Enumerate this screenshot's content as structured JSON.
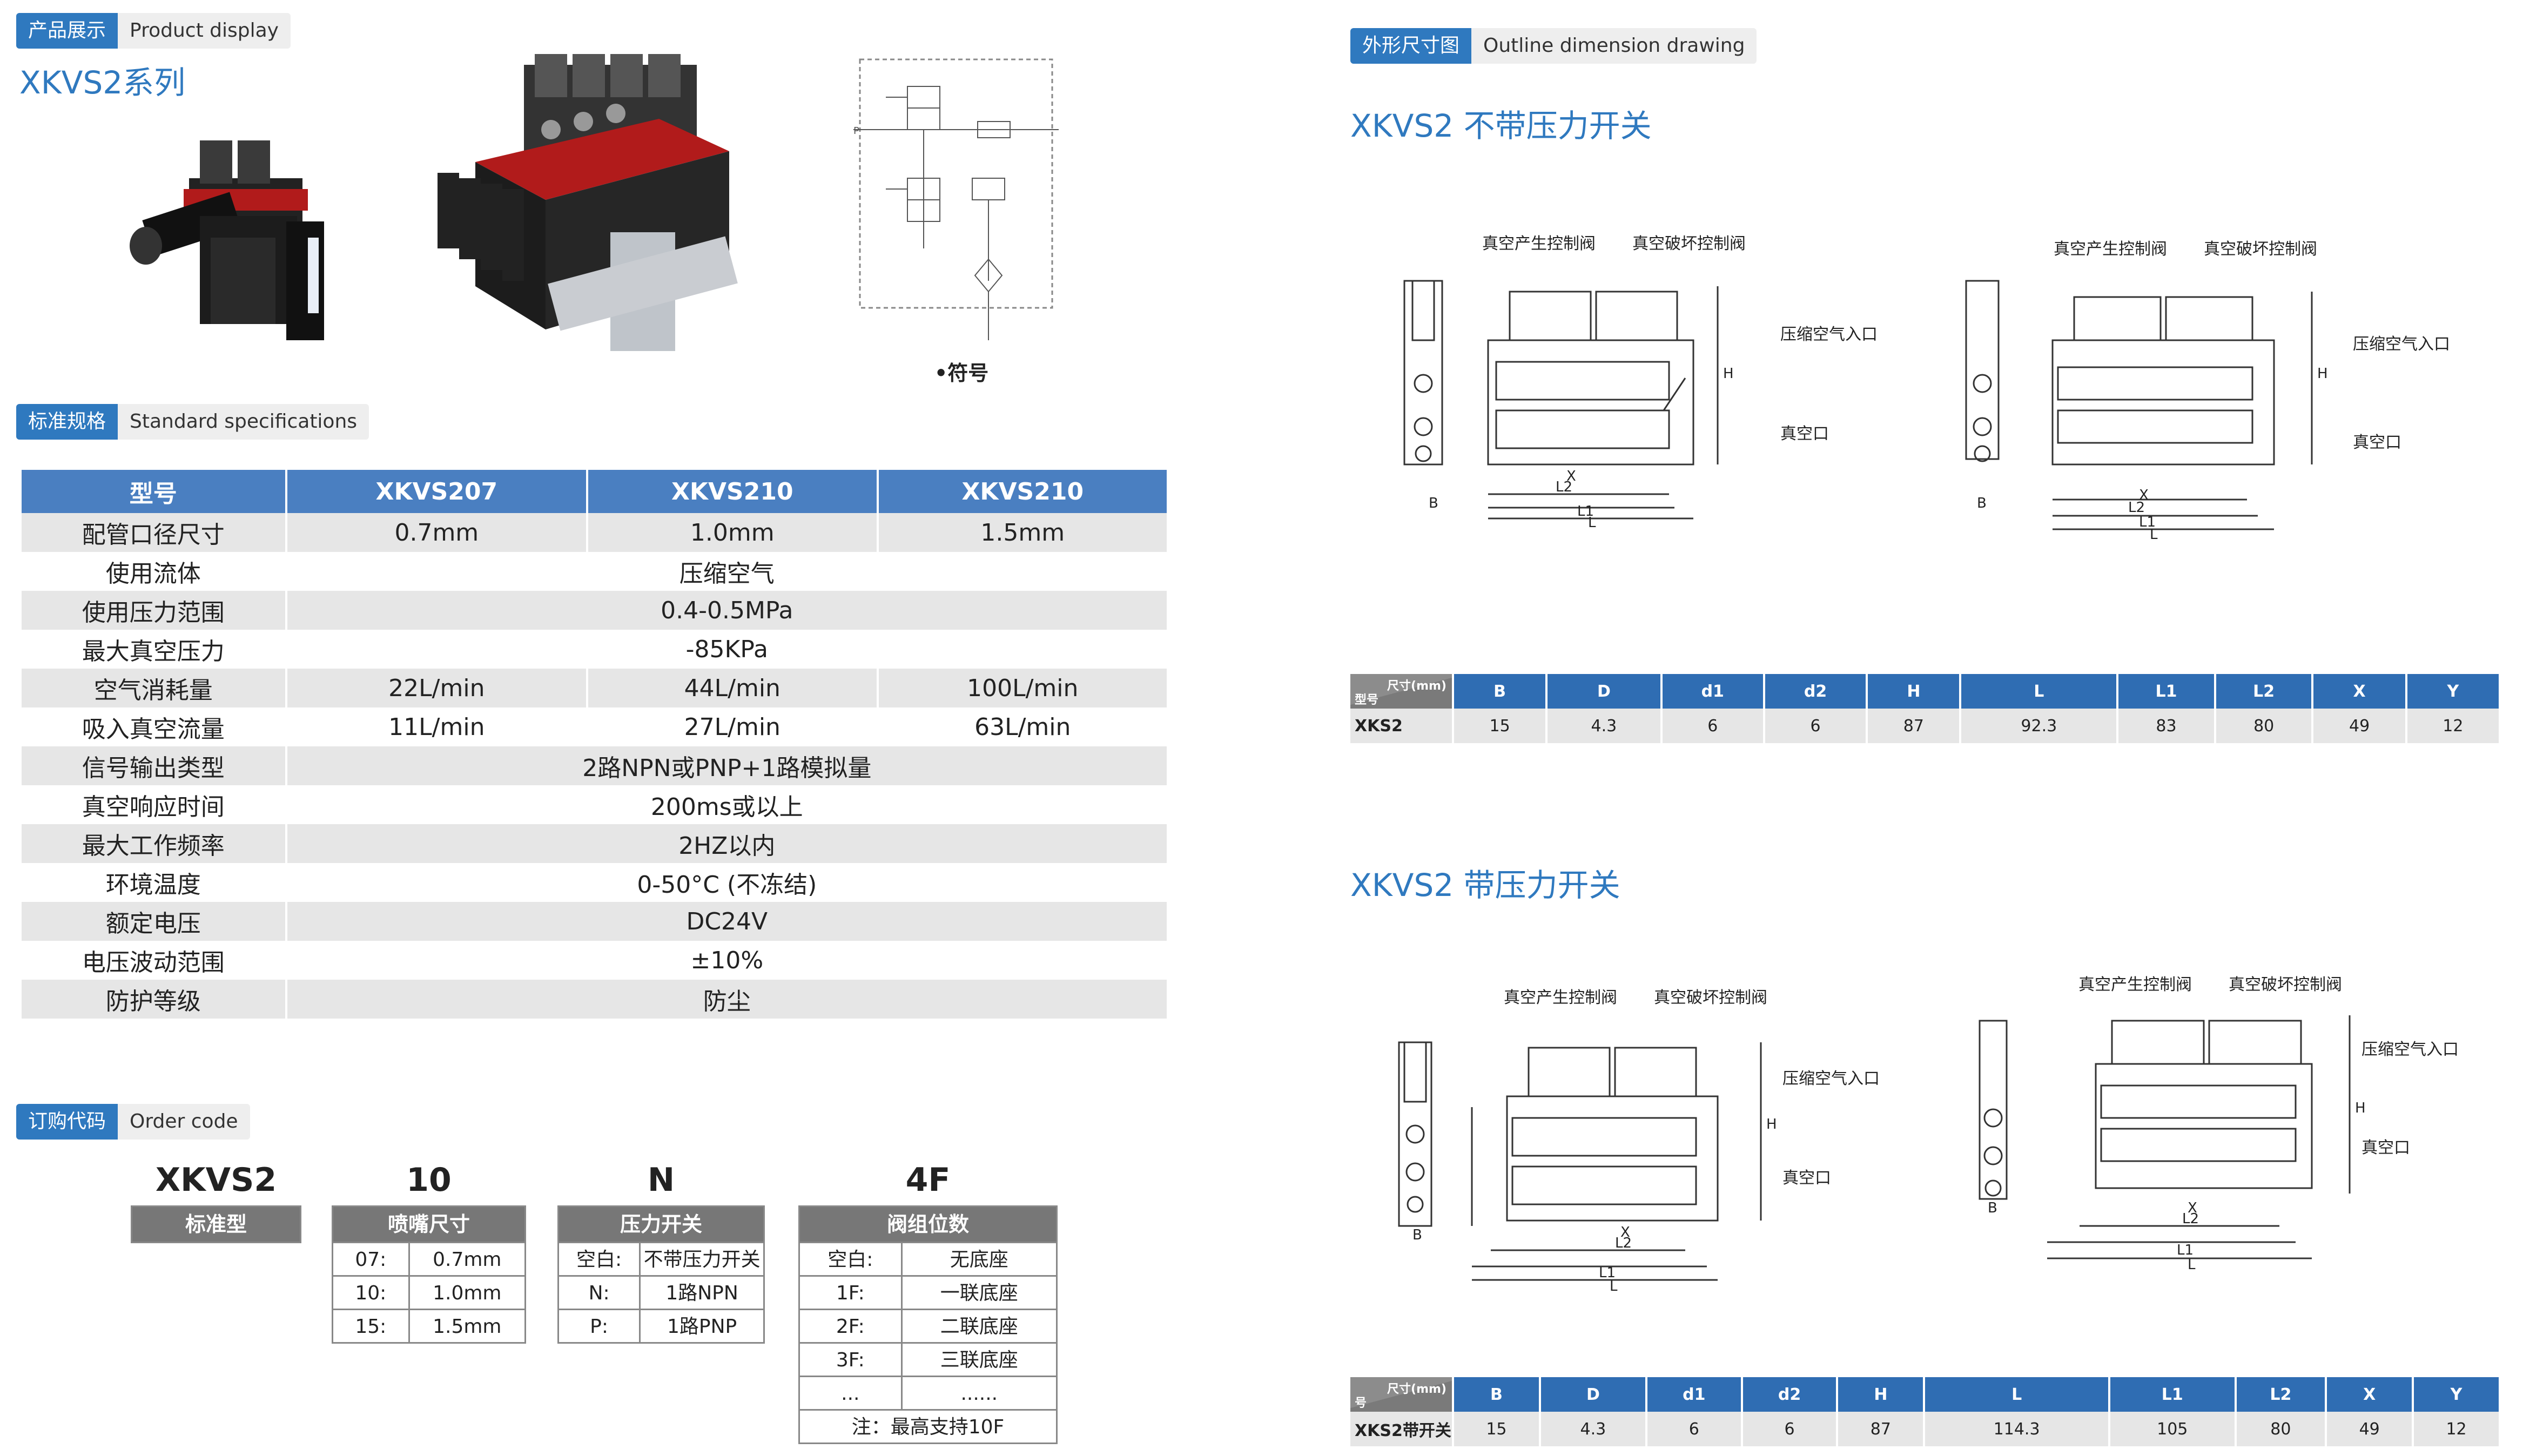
{
  "product_display": {
    "tag_cn": "产品展示",
    "tag_en": "Product display",
    "series": "XKVS2系列",
    "symbol_label": "•符号"
  },
  "standard_specs": {
    "tag_cn": "标准规格",
    "tag_en": "Standard specifications"
  },
  "spec_table": {
    "headers": [
      "型号",
      "XKVS207",
      "XKVS210",
      "XKVS210"
    ],
    "rows": [
      {
        "label": "配管口径尺寸",
        "cells": [
          "0.7mm",
          "1.0mm",
          "1.5mm"
        ]
      },
      {
        "label": "使用流体",
        "merged": "压缩空气"
      },
      {
        "label": "使用压力范围",
        "merged": "0.4-0.5MPa"
      },
      {
        "label": "最大真空压力",
        "merged": "-85KPa"
      },
      {
        "label": "空气消耗量",
        "cells": [
          "22L/min",
          "44L/min",
          "100L/min"
        ]
      },
      {
        "label": "吸入真空流量",
        "cells": [
          "11L/min",
          "27L/min",
          "63L/min"
        ]
      },
      {
        "label": "信号输出类型",
        "merged": "2路NPN或PNP+1路模拟量"
      },
      {
        "label": "真空响应时间",
        "merged": "200ms或以上"
      },
      {
        "label": "最大工作频率",
        "merged": "2HZ以内"
      },
      {
        "label": "环境温度",
        "merged": "0-50°C (不冻结)"
      },
      {
        "label": "额定电压",
        "merged": "DC24V"
      },
      {
        "label": "电压波动范围",
        "merged": "±10%"
      },
      {
        "label": "防护等级",
        "merged": "防尘"
      }
    ]
  },
  "order_code": {
    "tag_cn": "订购代码",
    "tag_en": "Order code",
    "code1": "XKVS2",
    "code1_label": "标准型",
    "code2": "10",
    "code2_head": "喷嘴尺寸",
    "code2_rows": [
      {
        "k": "07:",
        "v": "0.7mm"
      },
      {
        "k": "10:",
        "v": "1.0mm"
      },
      {
        "k": "15:",
        "v": "1.5mm"
      }
    ],
    "code3": "N",
    "code3_head": "压力开关",
    "code3_rows": [
      {
        "k": "空白:",
        "v": "不带压力开关"
      },
      {
        "k": "N:",
        "v": "1路NPN"
      },
      {
        "k": "P:",
        "v": "1路PNP"
      }
    ],
    "code4": "4F",
    "code4_head": "阀组位数",
    "code4_rows": [
      {
        "k": "空白:",
        "v": "无底座"
      },
      {
        "k": "1F:",
        "v": "一联底座"
      },
      {
        "k": "2F:",
        "v": "二联底座"
      },
      {
        "k": "3F:",
        "v": "三联底座"
      },
      {
        "k": "...",
        "v": "......"
      }
    ],
    "code4_note": "注：最高支持10F"
  },
  "outline": {
    "tag_cn": "外形尺寸图",
    "tag_en": "Outline dimension drawing",
    "title1": "XKVS2 不带压力开关",
    "title2": "XKVS2 带压力开关",
    "labels": {
      "gen": "真空产生控制阀",
      "brk": "真空破坏控制阀",
      "air": "压缩空气入口",
      "vac": "真空口"
    }
  },
  "dim_table1": {
    "unit": "尺寸(mm)",
    "model_head": "型号",
    "headers": [
      "B",
      "D",
      "d1",
      "d2",
      "H",
      "L",
      "L1",
      "L2",
      "X",
      "Y"
    ],
    "model": "XKS2",
    "values": [
      "15",
      "4.3",
      "6",
      "6",
      "87",
      "92.3",
      "83",
      "80",
      "49",
      "12"
    ]
  },
  "dim_table2": {
    "unit": "尺寸(mm)",
    "model_head": "号",
    "headers": [
      "B",
      "D",
      "d1",
      "d2",
      "H",
      "L",
      "L1",
      "L2",
      "X",
      "Y"
    ],
    "model": "XKS2带开关",
    "values": [
      "15",
      "4.3",
      "6",
      "6",
      "87",
      "114.3",
      "105",
      "80",
      "49",
      "12"
    ]
  }
}
